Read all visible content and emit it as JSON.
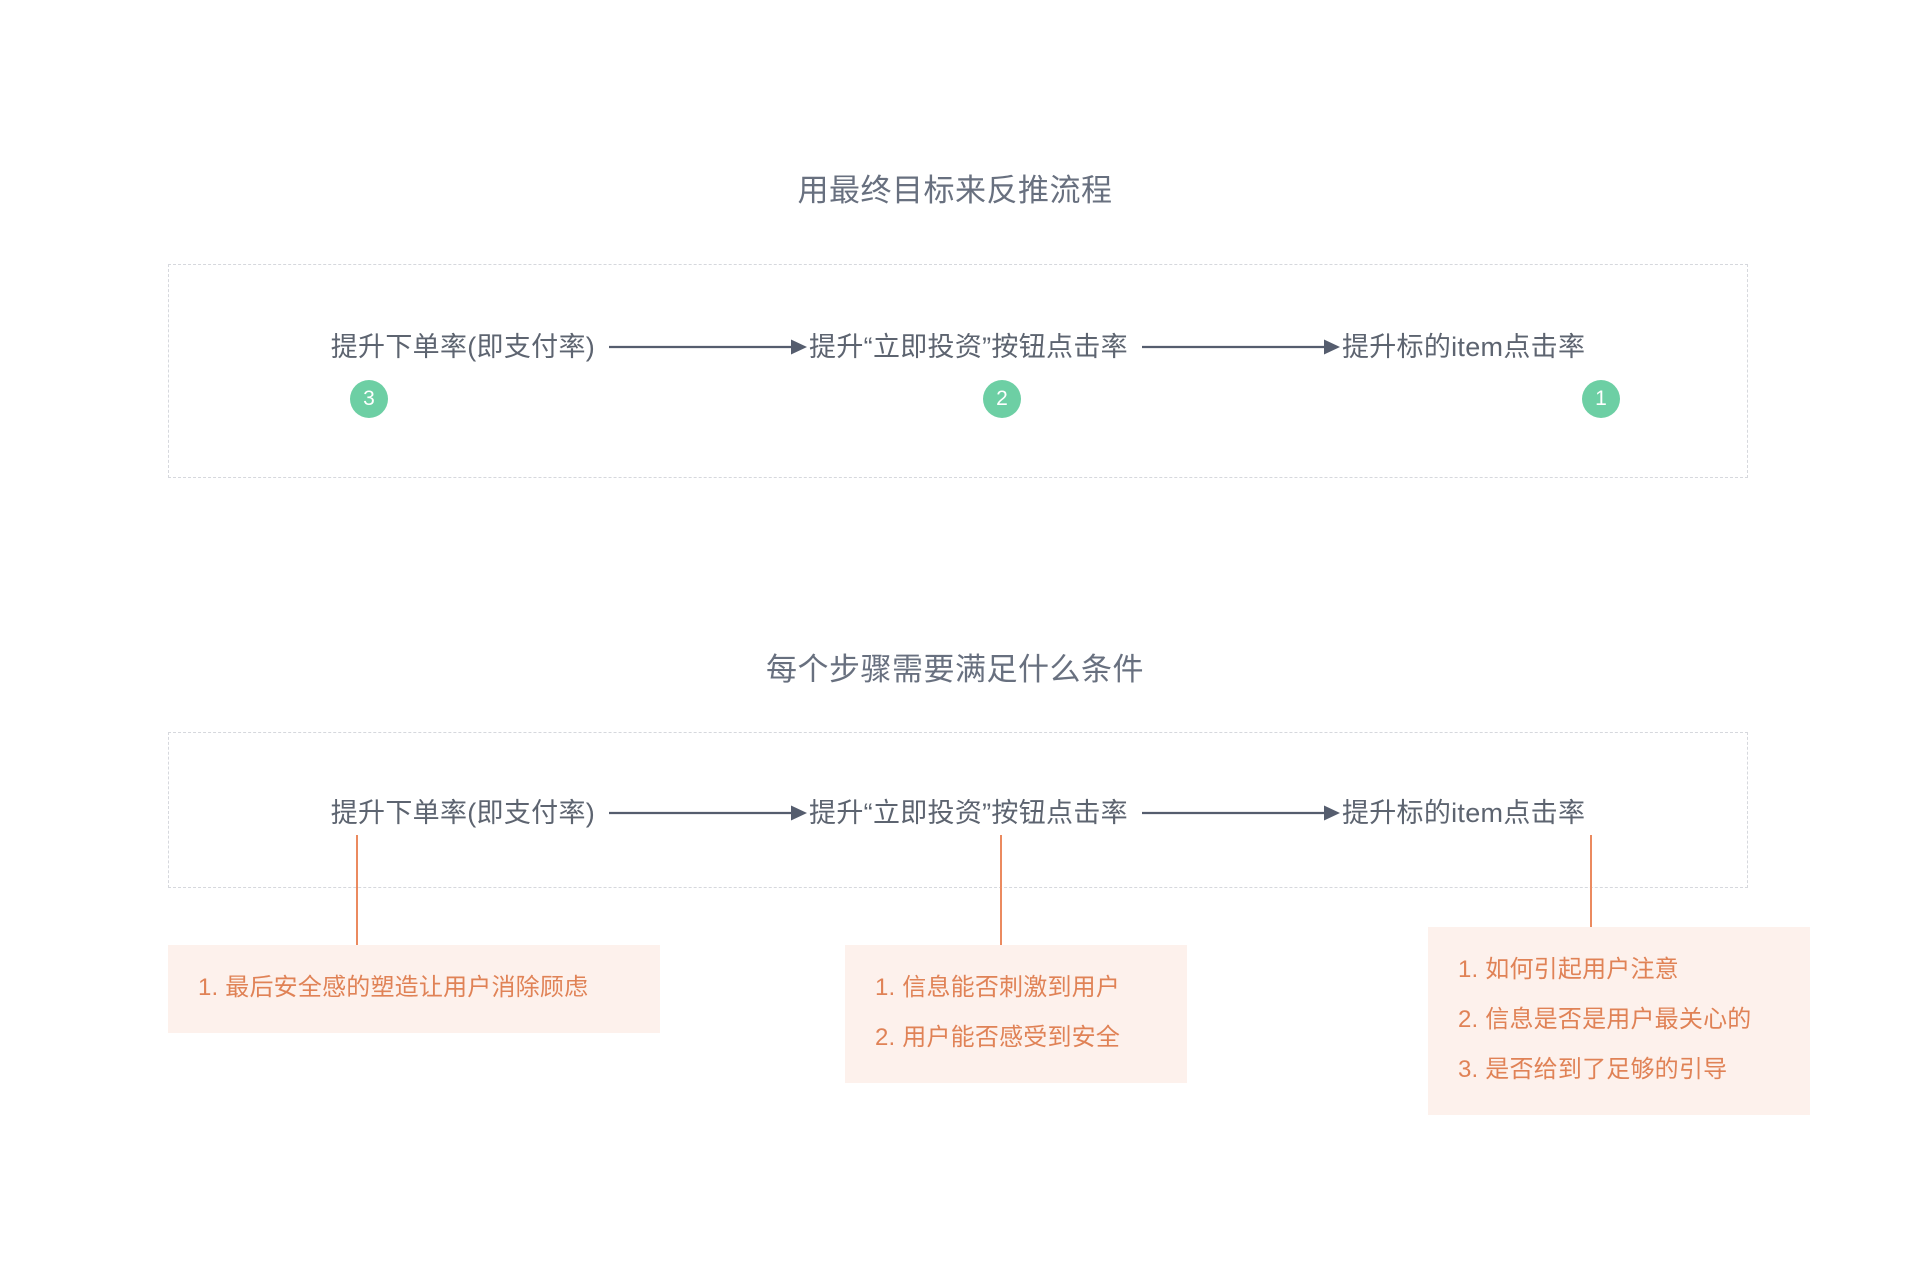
{
  "page": {
    "background": "#ffffff",
    "accent_green": "#6dcfa4",
    "accent_orange": "#e08256",
    "card_bg": "#fdf1ec",
    "text_color": "#5d6470"
  },
  "sections": [
    {
      "title": "用最终目标来反推流程",
      "flow": {
        "nodes": [
          "提升下单率(即支付率)",
          "提升“立即投资”按钮点击率",
          "提升标的item点击率"
        ],
        "badges": [
          "3",
          "2",
          "1"
        ]
      }
    },
    {
      "title": "每个步骤需要满足什么条件",
      "flow": {
        "nodes": [
          "提升下单率(即支付率)",
          "提升“立即投资”按钮点击率",
          "提升标的item点击率"
        ]
      },
      "conditions": [
        {
          "lines": [
            "1. 最后安全感的塑造让用户消除顾虑"
          ]
        },
        {
          "lines": [
            "1. 信息能否刺激到用户",
            "2. 用户能否感受到安全"
          ]
        },
        {
          "lines": [
            "1. 如何引起用户注意",
            "2. 信息是否是用户最关心的",
            "3. 是否给到了足够的引导"
          ]
        }
      ]
    }
  ]
}
